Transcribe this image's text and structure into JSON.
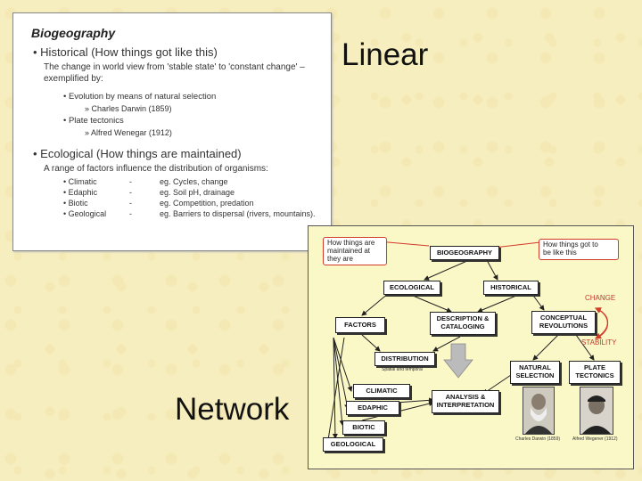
{
  "slide": {
    "title": "Biogeography",
    "historical_heading": "• Historical (How things got like this)",
    "historical_desc_1": "The change in world view from 'stable state' to 'constant change' –",
    "historical_desc_2": "exemplified by:",
    "evolution": "• Evolution by means of natural selection",
    "darwin": "» Charles Darwin (1859)",
    "plate": "• Plate tectonics",
    "wegener": "» Alfred Wenegar (1912)",
    "ecological_heading": "• Ecological (How things are maintained)",
    "ecological_desc": "A range of factors influence the distribution of organisms:",
    "factors": [
      {
        "name": "• Climatic",
        "dash": "-",
        "eg": "eg. Cycles, change"
      },
      {
        "name": "• Edaphic",
        "dash": "-",
        "eg": "eg. Soil pH, drainage"
      },
      {
        "name": "• Biotic",
        "dash": "-",
        "eg": "eg. Competition, predation"
      },
      {
        "name": "• Geological",
        "dash": "-",
        "eg": "eg. Barriers to dispersal (rivers, mountains)."
      }
    ]
  },
  "labels": {
    "linear": "Linear",
    "network": "Network"
  },
  "diagram": {
    "bubble_left": "How things are\nmaintained at\nthey are",
    "bubble_right": "How things got to\nbe like this",
    "biogeography": "BIOGEOGRAPHY",
    "ecological": "ECOLOGICAL",
    "historical": "HISTORICAL",
    "factors": "FACTORS",
    "description": "DESCRIPTION &\nCATALOGING",
    "conceptual": "CONCEPTUAL\nREVOLUTIONS",
    "change": "CHANGE",
    "stability": "STABILITY",
    "distribution": "DISTRIBUTION",
    "spatial": "Spatial and temporal",
    "natural_selection": "NATURAL\nSELECTION",
    "plate_tectonics": "PLATE\nTECTONICS",
    "climatic": "CLIMATIC",
    "edaphic": "EDAPHIC",
    "analysis": "ANALYSIS &\nINTERPRETATION",
    "biotic": "BIOTIC",
    "geological": "GEOLOGICAL",
    "darwin_caption": "Charles Darwin (1859)",
    "wegener_caption": "Alfred Wegener (1912)",
    "colors": {
      "accent": "#d23a2a",
      "box_bg": "#fbf8c8",
      "page_bg": "#f7eebf"
    }
  }
}
